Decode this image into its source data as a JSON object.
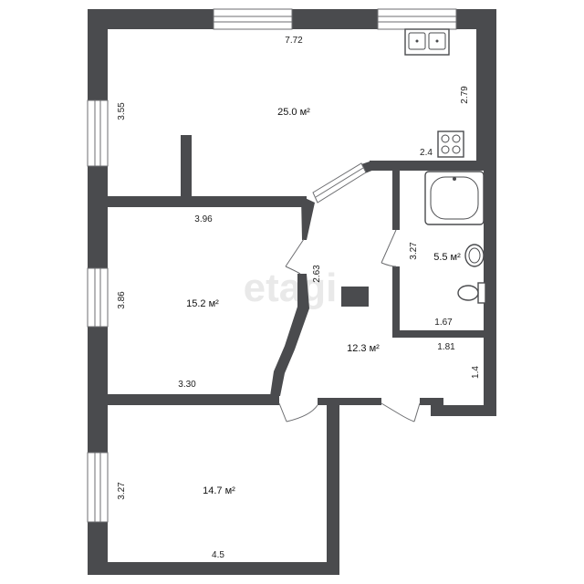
{
  "watermark": "etagi",
  "rooms": [
    {
      "id": "living",
      "area": "25.0 м²"
    },
    {
      "id": "bedroom",
      "area": "15.2 м²"
    },
    {
      "id": "hall",
      "area": "12.3 м²"
    },
    {
      "id": "bathroom",
      "area": "5.5 м²"
    },
    {
      "id": "room-south",
      "area": "14.7 м²"
    }
  ],
  "dimensions": {
    "living_top": "7.72",
    "living_left": "3.55",
    "living_right": "2.79",
    "kitchen_counter": "2.4",
    "bedroom_top": "3.96",
    "bedroom_left": "3.86",
    "bedroom_bottom": "3.30",
    "hall_left": "2.63",
    "bath_left": "3.27",
    "bath_bottom": "1.67",
    "hall_right_top": "1.81",
    "hall_right_side": "1.4",
    "south_left": "3.27",
    "south_bottom": "4.5"
  },
  "colors": {
    "wall": "#4a4b4e",
    "background": "#ffffff"
  }
}
